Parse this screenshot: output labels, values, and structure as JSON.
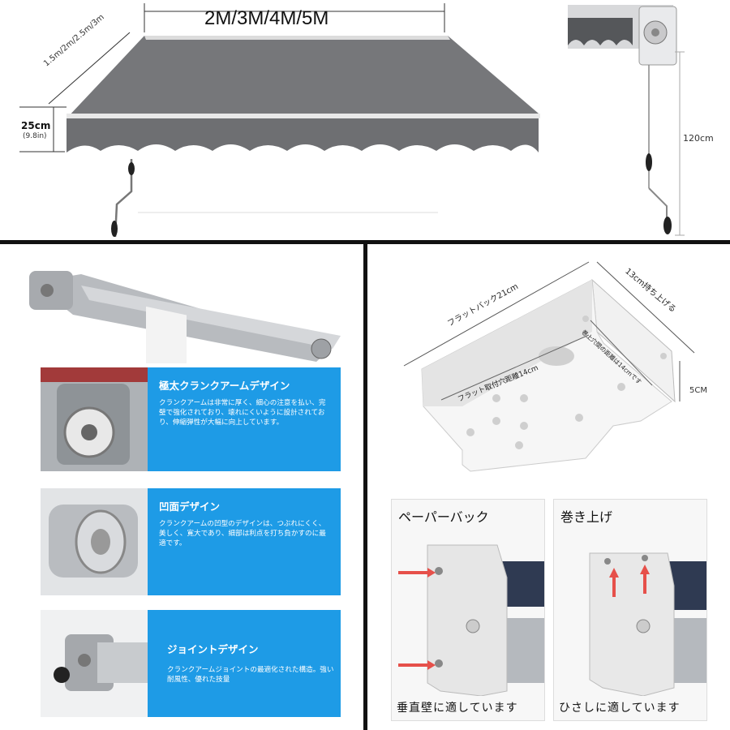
{
  "awning_top": {
    "width_label": "2M/3M/4M/5M",
    "projection_label": "1.5m/2m/2.5m/3m",
    "valance_label": "25cm",
    "valance_sub": "(9.8in)",
    "crank_length_label": "120cm"
  },
  "features": [
    {
      "title": "極太クランクアームデザイン",
      "desc": "クランクアームは非常に厚く、細心の注意を払い、完璧で強化されており、壊れにくいように設計されており、伸縮弾性が大幅に向上しています。"
    },
    {
      "title": "凹面デザイン",
      "desc": "クランクアームの凹型のデザインは、つぶれにくく、美しく、寛大であり、細部は利点を打ち負かすのに最適です。"
    },
    {
      "title": "ジョイントデザイン",
      "desc": "クランクアームジョイントの最適化された構造。強い耐風性、優れた技量"
    }
  ],
  "bracket": {
    "flat_back_label": "フラットバック21cm",
    "lift_label": "13cm持ち上げる",
    "mount_hole_label": "フラット取付穴距離14cm",
    "lift_hole_label": "巻上穴間の距離は14cmです",
    "height_label": "5CM"
  },
  "panels": [
    {
      "title": "ペーパーバック",
      "caption": "垂直壁に適しています"
    },
    {
      "title": "巻き上げ",
      "caption": "ひさしに適しています"
    }
  ],
  "colors": {
    "awning": "#737476",
    "blue": "#1e9be6",
    "arrow": "#e6504a",
    "divider": "#111111"
  }
}
